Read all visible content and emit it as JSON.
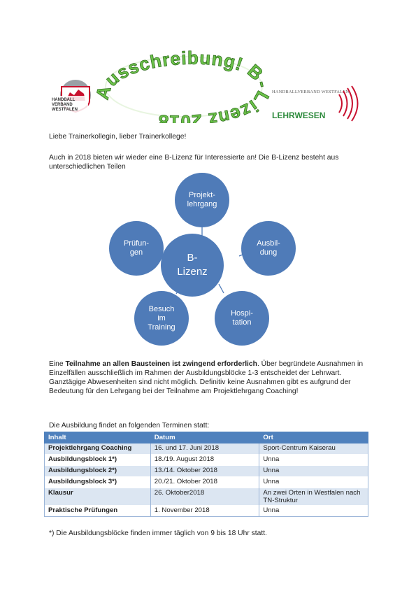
{
  "header": {
    "title_art": "Ausschreibung! B-Lizenz 2018",
    "left_logo_lines": [
      "HANDBALL",
      "VERBAND",
      "WESTFALEN"
    ],
    "right_logo_top": "HANDBALLVERBAND WESTFALEN",
    "right_logo_brand": "LEHRWESEN"
  },
  "greeting": "Liebe Trainerkollegin, lieber Trainerkollege!",
  "intro": "Auch in 2018 bieten wir wieder eine B-Lizenz für Interessierte an! Die B-Lizenz besteht aus unterschiedlichen Teilen",
  "diagram": {
    "center": "B-\nLizenz",
    "nodes": [
      {
        "label": "Projekt-\nlehrgang"
      },
      {
        "label": "Ausbil-\ndung"
      },
      {
        "label": "Hospi-\ntation"
      },
      {
        "label": "Besuch\nim\nTraining"
      },
      {
        "label": "Prüfun-\ngen"
      }
    ]
  },
  "participation": {
    "pre": "Eine ",
    "bold": "Teilnahme an allen Bausteinen ist zwingend erforderlich",
    "post": ". Über begründete Ausnahmen in Einzelfällen ausschließlich im Rahmen der Ausbildungsblöcke 1-3 entscheidet der Lehrwart. Ganztägige Abwesenheiten sind nicht möglich. Definitiv keine Ausnahmen gibt es aufgrund der Bedeutung für den Lehrgang bei der Teilnahme am Projektlehrgang Coaching!"
  },
  "schedule_intro": "Die Ausbildung findet an folgenden Terminen statt:",
  "table": {
    "headers": [
      "Inhalt",
      "Datum",
      "Ort"
    ],
    "rows": [
      [
        "Projektlehrgang Coaching",
        "16. und 17. Juni 2018",
        "Sport-Centrum Kaiserau"
      ],
      [
        "Ausbildungsblock 1*)",
        "18./19. August 2018",
        "Unna"
      ],
      [
        "Ausbildungsblock 2*)",
        "13./14. Oktober 2018",
        "Unna"
      ],
      [
        "Ausbildungsblock 3*)",
        "20./21. Oktober 2018",
        "Unna"
      ],
      [
        "Klausur",
        "26. Oktober2018",
        "An zwei Orten in Westfalen nach TN-Struktur"
      ],
      [
        "Praktische Prüfungen",
        "1. November 2018",
        "Unna"
      ]
    ]
  },
  "footnote": "*) Die Ausbildungsblöcke finden immer täglich von 9 bis 18 Uhr statt.",
  "colors": {
    "node_blue": "#4f7bb8",
    "table_header": "#4f81bd",
    "title_green": "#6cc24a"
  }
}
